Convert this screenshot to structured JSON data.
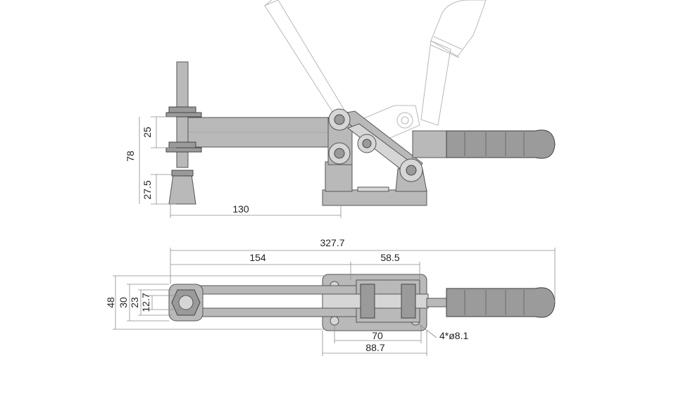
{
  "colors": {
    "body_fill": "#b9b9b9",
    "outline": "#555555",
    "dimension_line": "#8c8c8c",
    "ghost_line": "#b8b8b8",
    "text": "#222222"
  },
  "side_view": {
    "dimensions": {
      "spindle_upper": "25",
      "overall_height": "78",
      "tip_height": "27.5",
      "reach": "130"
    }
  },
  "top_view": {
    "dimensions": {
      "overall_length": "327.7",
      "spindle_to_base": "154",
      "base_length": "58.5",
      "width_outer": "48",
      "width_mid": "30",
      "width_inner": "23",
      "bar_gap": "12.7",
      "hole_spacing": "70",
      "base_plate_length": "88.7",
      "mounting_holes": "4*ø8.1"
    }
  }
}
